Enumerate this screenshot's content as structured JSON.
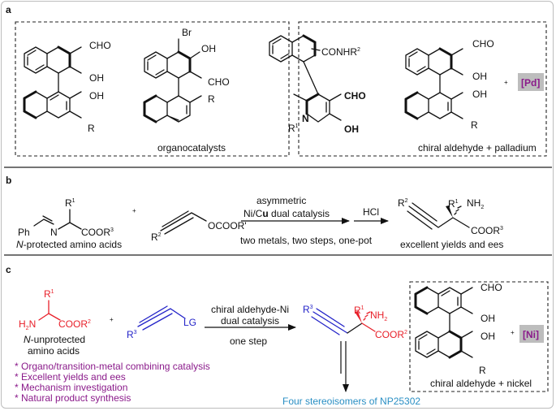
{
  "panels": {
    "a": {
      "letter": "a",
      "catalyst_1": {
        "cho": "CHO",
        "oh1": "OH",
        "oh2": "OH",
        "r": "R"
      },
      "catalyst_2": {
        "br": "Br",
        "oh": "OH",
        "cho": "CHO",
        "r": "R"
      },
      "catalyst_3": {
        "conhr": "CONHR",
        "conhr_sup": "2",
        "cho": "CHO",
        "oh": "OH",
        "r": "R",
        "r_sup": "1",
        "n": "N"
      },
      "organocatalysts_label": "organocatalysts",
      "catalyst_4": {
        "cho": "CHO",
        "oh1": "OH",
        "oh2": "OH",
        "r": "R"
      },
      "plus": "+",
      "metal_badge": "[Pd]",
      "combo_label": "chiral aldehyde + palladium"
    },
    "b": {
      "letter": "b",
      "substrate_1": {
        "ph": "Ph",
        "n": "N",
        "r": "R",
        "r_sup": "1",
        "coor": "COOR",
        "coor_sup": "3",
        "caption_italic": "N",
        "caption": "-protected amino acids"
      },
      "plus": "+",
      "substrate_2": {
        "r": "R",
        "r_sup": "2",
        "ococoor": "OCOOR'"
      },
      "arrow_1_top_line1": "asymmetric",
      "arrow_1_top_line2_a": "Ni/C",
      "arrow_1_top_line2_bold": "u",
      "arrow_1_top_line2_b": " dual catalysis",
      "arrow_2_top": "HCl",
      "arrows_bottom": "two metals, two steps, one-pot",
      "product": {
        "r2": "R",
        "r2_sup": "2",
        "r1": "R",
        "r1_sup": "1",
        "nh": "NH",
        "nh_sub": "2",
        "coor": "COOR",
        "coor_sup": "3"
      },
      "product_caption": "excellent yields and ees"
    },
    "c": {
      "letter": "c",
      "substrate_1": {
        "h2n": "H",
        "h2n_sub": "2",
        "h2n_n": "N",
        "r": "R",
        "r_sup": "1",
        "coor": "COOR",
        "coor_sup": "2",
        "caption_italic": "N",
        "caption_line1": "-unprotected",
        "caption_line2": "amino acids"
      },
      "plus": "+",
      "substrate_2": {
        "r": "R",
        "r_sup": "3",
        "lg": "LG"
      },
      "arrow_top_line1": "chiral aldehyde-Ni",
      "arrow_top_line2": "dual catalysis",
      "arrow_bottom": "one step",
      "product": {
        "r3": "R",
        "r3_sup": "3",
        "r1": "R",
        "r1_sup": "1",
        "nh": "NH",
        "nh_sub": "2",
        "coor": "COOR",
        "coor_sup": "2"
      },
      "downstream": "Four stereoisomers of NP25302",
      "highlights": [
        "* Organo/transition-metal combining catalysis",
        "* Excellent yields and ees",
        "* Mechanism investigation",
        "* Natural product synthesis"
      ],
      "catalyst": {
        "cho": "CHO",
        "oh1": "OH",
        "oh2": "OH",
        "r": "R"
      },
      "cat_plus": "+",
      "metal_badge": "[Ni]",
      "combo_label": "chiral aldehyde + nickel"
    }
  },
  "colors": {
    "red": "#e8202a",
    "blue": "#2323c8",
    "purple": "#8a1a8a",
    "teal": "#2a8fc4",
    "badge_bg": "#bdbdbd"
  }
}
